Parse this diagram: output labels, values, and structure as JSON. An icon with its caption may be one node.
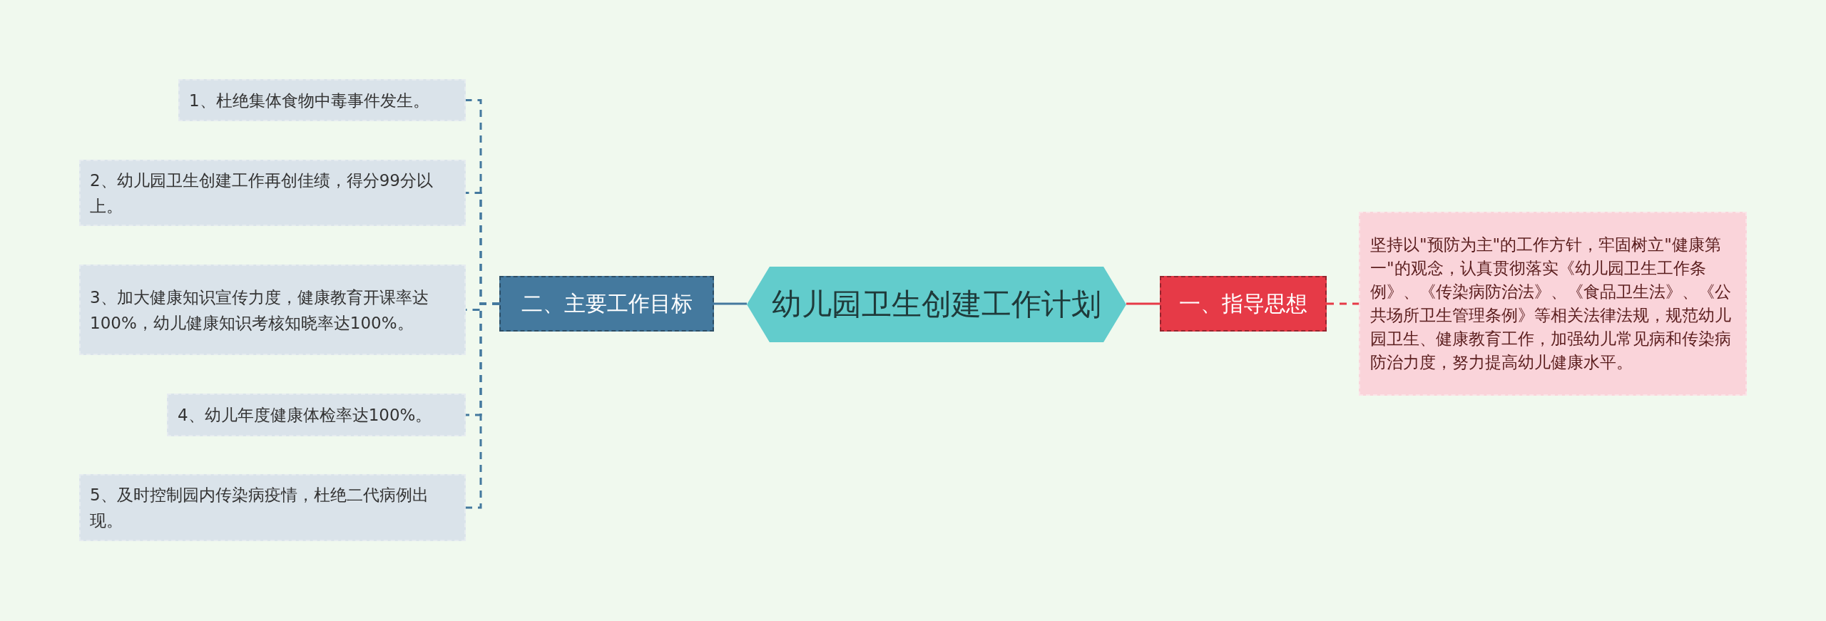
{
  "diagram": {
    "nodes": [
      {
        "text": [
          "幼儿园卫生创建工作计划"
        ]
      },
      {
        "text": [
          "二、主要工作目标"
        ]
      },
      {
        "text": [
          "1、杜绝集体食物中毒事件发生。"
        ]
      },
      {
        "text": [
          "2、幼儿园卫生创建工作再创佳绩，得分99分以上。"
        ]
      },
      {
        "text": [
          "3、加大健康知识宣传力度，健康教育开课率达100%，幼儿健康知识考核知晓率达100%。"
        ]
      },
      {
        "text": [
          "4、幼儿年度健康体检率达100%。"
        ]
      },
      {
        "text": [
          "5、及时控制园内传染病疫情，杜绝二代病例出现。"
        ]
      },
      {
        "text": [
          "一、指导思想"
        ]
      },
      {
        "text": [
          "坚持以\"预防为主\"的工作方针，牢固树立\"健康第一\"的观念，认真贯彻落实《幼儿园卫生工作条例》、《传染病防治法》、《食品卫生法》、《公共场所卫生管理条例》等相关法律法规，规范幼儿园卫生、健康教育工作，加强幼儿常见病和传染病防治力度，努力提高幼儿健康水平。"
        ]
      }
    ],
    "edges": [
      {
        "from": 0,
        "to": 1,
        "arrow": "none"
      },
      {
        "from": 1,
        "to": 2,
        "arrow": "none",
        "style": "dashed"
      },
      {
        "from": 1,
        "to": 3,
        "arrow": "none",
        "style": "dashed"
      },
      {
        "from": 1,
        "to": 4,
        "arrow": "none",
        "style": "dashed"
      },
      {
        "from": 1,
        "to": 5,
        "arrow": "none",
        "style": "dashed"
      },
      {
        "from": 1,
        "to": 6,
        "arrow": "none",
        "style": "dashed"
      },
      {
        "from": 0,
        "to": 7,
        "arrow": "none",
        "color": "#e63a47"
      },
      {
        "from": 7,
        "to": 8,
        "arrow": "none",
        "style": "dashed",
        "color": "#e63a47"
      }
    ]
  }
}
